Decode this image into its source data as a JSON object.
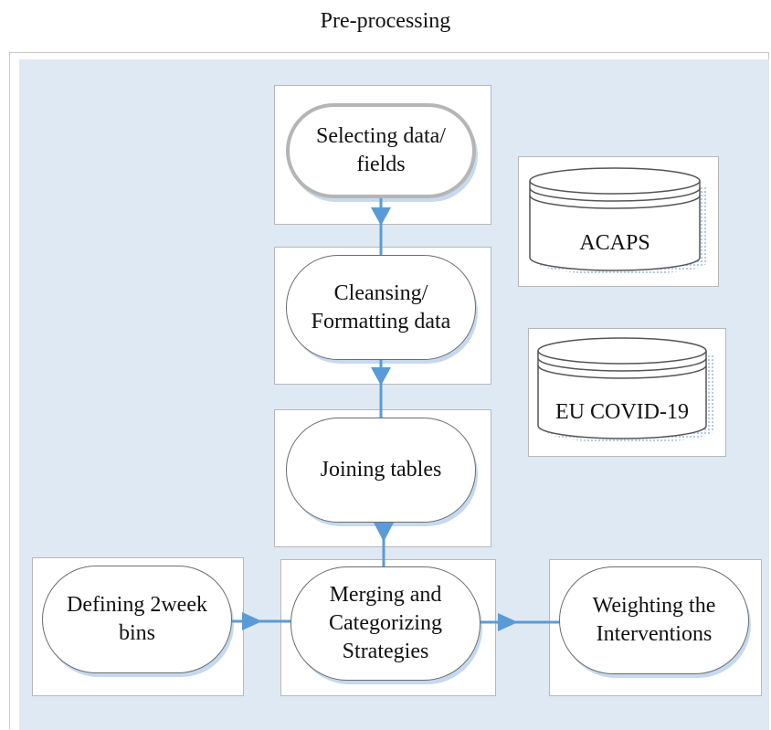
{
  "title": "Pre-processing",
  "nodes": {
    "selecting": "Selecting data/\nfields",
    "cleansing": "Cleansing/\nFormatting data",
    "joining": "Joining tables",
    "merging": "Merging and\nCategorizing\nStrategies",
    "defining": "Defining 2week\nbins",
    "weighting": "Weighting the\nInterventions"
  },
  "databases": {
    "acaps": "ACAPS",
    "eu": "EU COVID-19"
  },
  "colors": {
    "panel": "#dfe9f4",
    "arrow": "#5b9bd5"
  }
}
